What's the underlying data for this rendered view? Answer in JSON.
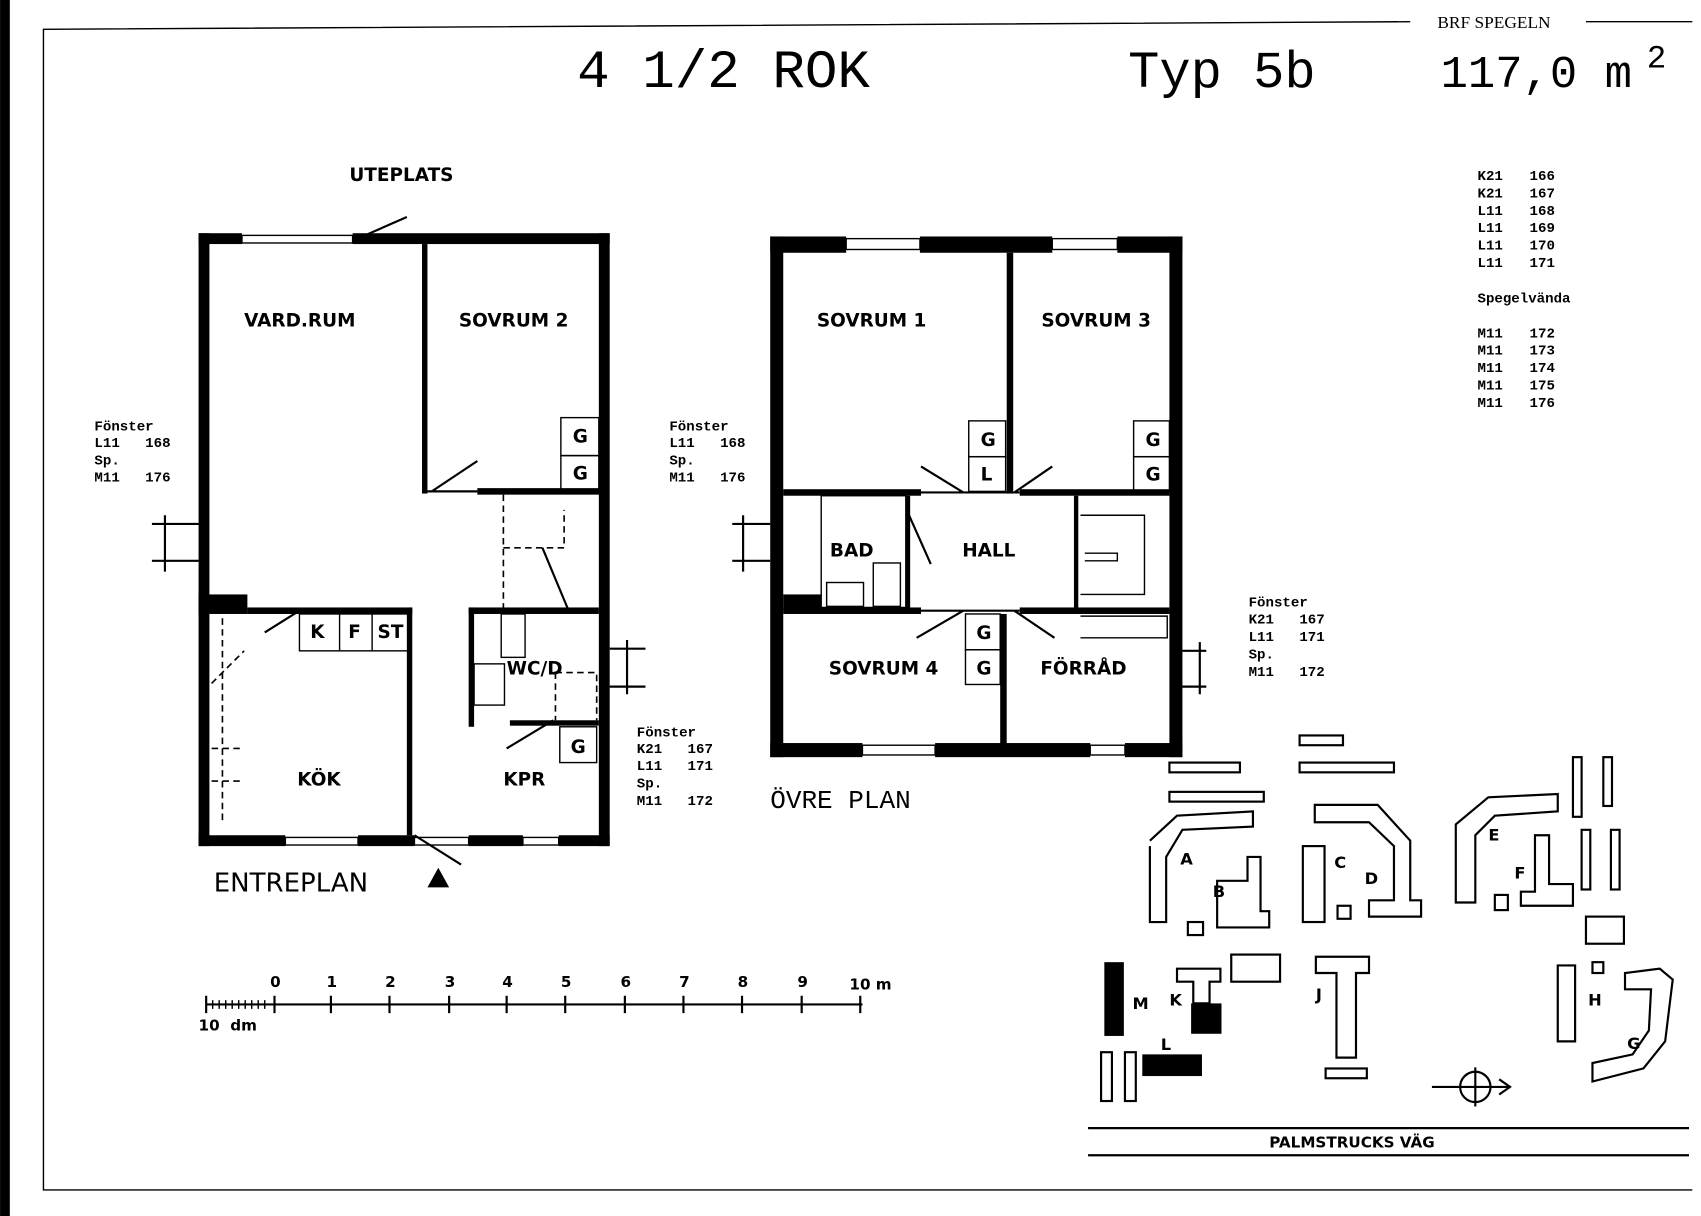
{
  "header": {
    "association": "BRF SPEGELN",
    "apartment_type": "4 1/2 ROK",
    "type_code": "Typ 5b",
    "area": "117,0 m",
    "area_superscript": "2"
  },
  "apartment_list": {
    "rows": [
      {
        "code": "K21",
        "num": "166"
      },
      {
        "code": "K21",
        "num": "167"
      },
      {
        "code": "L11",
        "num": "168"
      },
      {
        "code": "L11",
        "num": "169"
      },
      {
        "code": "L11",
        "num": "170"
      },
      {
        "code": "L11",
        "num": "171"
      }
    ],
    "mirror_label": "Spegelvända",
    "mirror_rows": [
      {
        "code": "M11",
        "num": "172"
      },
      {
        "code": "M11",
        "num": "173"
      },
      {
        "code": "M11",
        "num": "174"
      },
      {
        "code": "M11",
        "num": "175"
      },
      {
        "code": "M11",
        "num": "176"
      }
    ]
  },
  "entreplan": {
    "title": "ENTREPLAN",
    "patio": "UTEPLATS",
    "rooms": {
      "vardrum": "VARD.RUM",
      "sovrum2": "SOVRUM 2",
      "kok": "KÖK",
      "wc": "WC/D",
      "kpr": "KPR"
    },
    "appliances": {
      "k": "K",
      "f": "F",
      "st": "ST",
      "g": "G"
    },
    "window_note_left": {
      "title": "Fönster",
      "l1": "L11   168",
      "l2": "Sp.",
      "l3": "M11   176"
    },
    "window_note_right": {
      "title": "Fönster",
      "l1": "K21   167",
      "l2": "L11   171",
      "l3": "Sp.",
      "l4": "M11   172"
    }
  },
  "ovre_plan": {
    "title": "ÖVRE PLAN",
    "rooms": {
      "sovrum1": "SOVRUM 1",
      "sovrum3": "SOVRUM 3",
      "bad": "BAD",
      "hall": "HALL",
      "sovrum4": "SOVRUM 4",
      "forrad": "FÖRRÅD"
    },
    "appliances": {
      "g": "G",
      "l": "L"
    },
    "window_note_left": {
      "title": "Fönster",
      "l1": "L11   168",
      "l2": "Sp.",
      "l3": "M11   176"
    },
    "window_note_right": {
      "title": "Fönster",
      "l1": "K21   167",
      "l2": "L11   171",
      "l3": "Sp.",
      "l4": "M11   172"
    }
  },
  "scale_bar": {
    "ticks": [
      "0",
      "1",
      "2",
      "3",
      "4",
      "5",
      "6",
      "7",
      "8",
      "9",
      "10 m"
    ],
    "sub_label": "10  dm"
  },
  "site_plan": {
    "buildings": [
      "A",
      "B",
      "C",
      "D",
      "E",
      "F",
      "G",
      "H",
      "J",
      "K",
      "L",
      "M"
    ],
    "street": "PALMSTRUCKS VÄG"
  }
}
